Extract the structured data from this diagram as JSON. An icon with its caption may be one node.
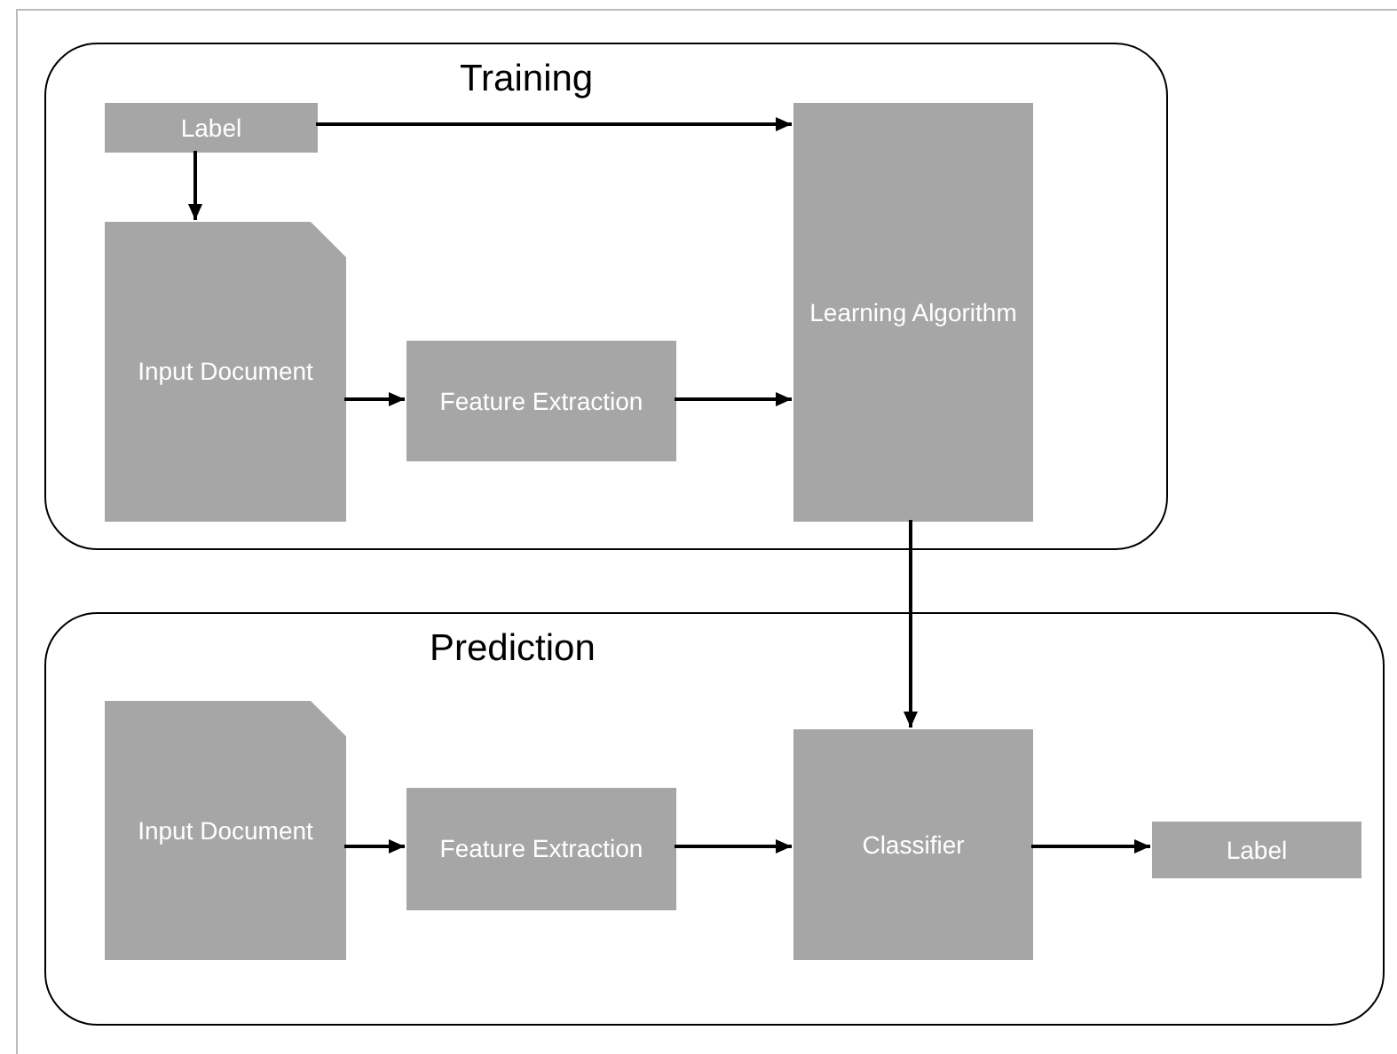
{
  "diagram": {
    "nodes": [
      {
        "text": [
          "Training"
        ]
      },
      {
        "text": [
          "Label"
        ],
        "in": 0
      },
      {
        "text": [
          "Input Document"
        ],
        "in": 0
      },
      {
        "text": [
          "Feature Extraction"
        ],
        "in": 0
      },
      {
        "text": [
          "Learning Algorithm"
        ],
        "in": 0
      },
      {
        "text": [
          "Prediction"
        ]
      },
      {
        "text": [
          "Input Document"
        ],
        "in": 5
      },
      {
        "text": [
          "Feature Extraction"
        ],
        "in": 5
      },
      {
        "text": [
          "Classifier"
        ],
        "in": 5
      },
      {
        "text": [
          "Label"
        ],
        "in": 5
      }
    ],
    "edges": [
      {
        "from": 1,
        "to": 4,
        "arrow": "to"
      },
      {
        "from": 1,
        "to": 2,
        "arrow": "to"
      },
      {
        "from": 2,
        "to": 3,
        "arrow": "to"
      },
      {
        "from": 3,
        "to": 4,
        "arrow": "to"
      },
      {
        "from": 4,
        "to": 8,
        "arrow": "to"
      },
      {
        "from": 6,
        "to": 7,
        "arrow": "to"
      },
      {
        "from": 7,
        "to": 8,
        "arrow": "to"
      },
      {
        "from": 8,
        "to": 9,
        "arrow": "to"
      }
    ]
  }
}
